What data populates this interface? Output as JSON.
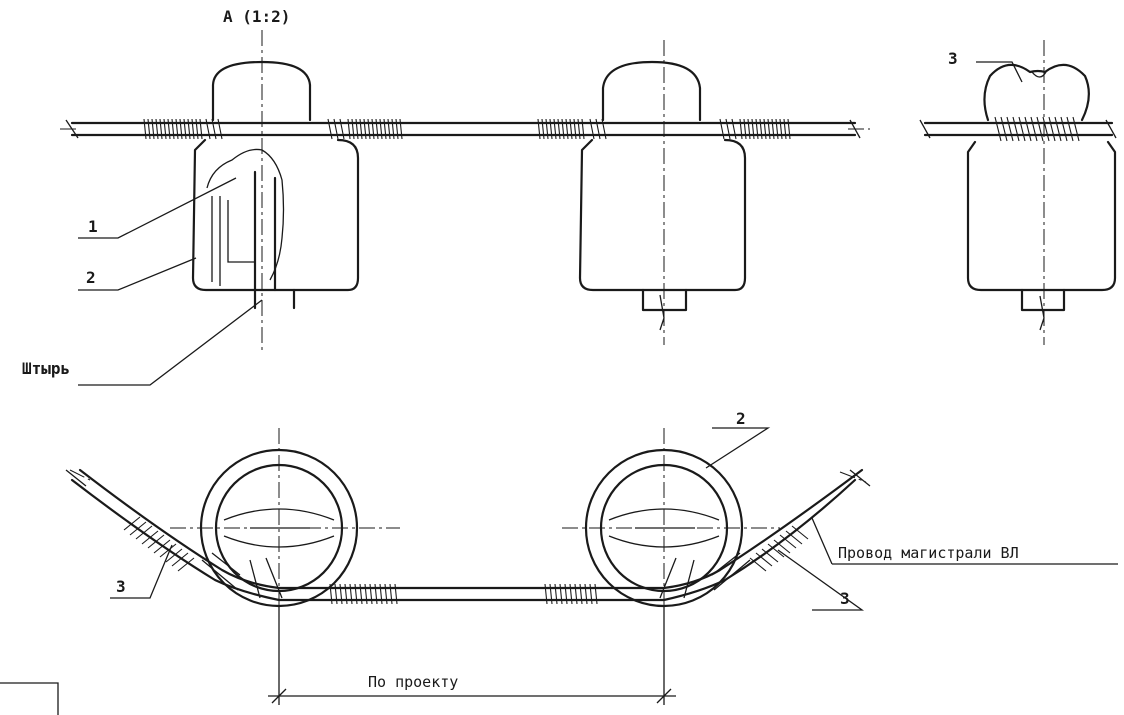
{
  "view_title": "A (1:2)",
  "callouts": {
    "c1": "1",
    "c2": "2",
    "pin": "Штырь",
    "c3_top": "3",
    "c2_plan": "2",
    "c3_left": "3",
    "c3_right": "3",
    "wire": "Провод магистрали ВЛ"
  },
  "dimension": "По проекту"
}
